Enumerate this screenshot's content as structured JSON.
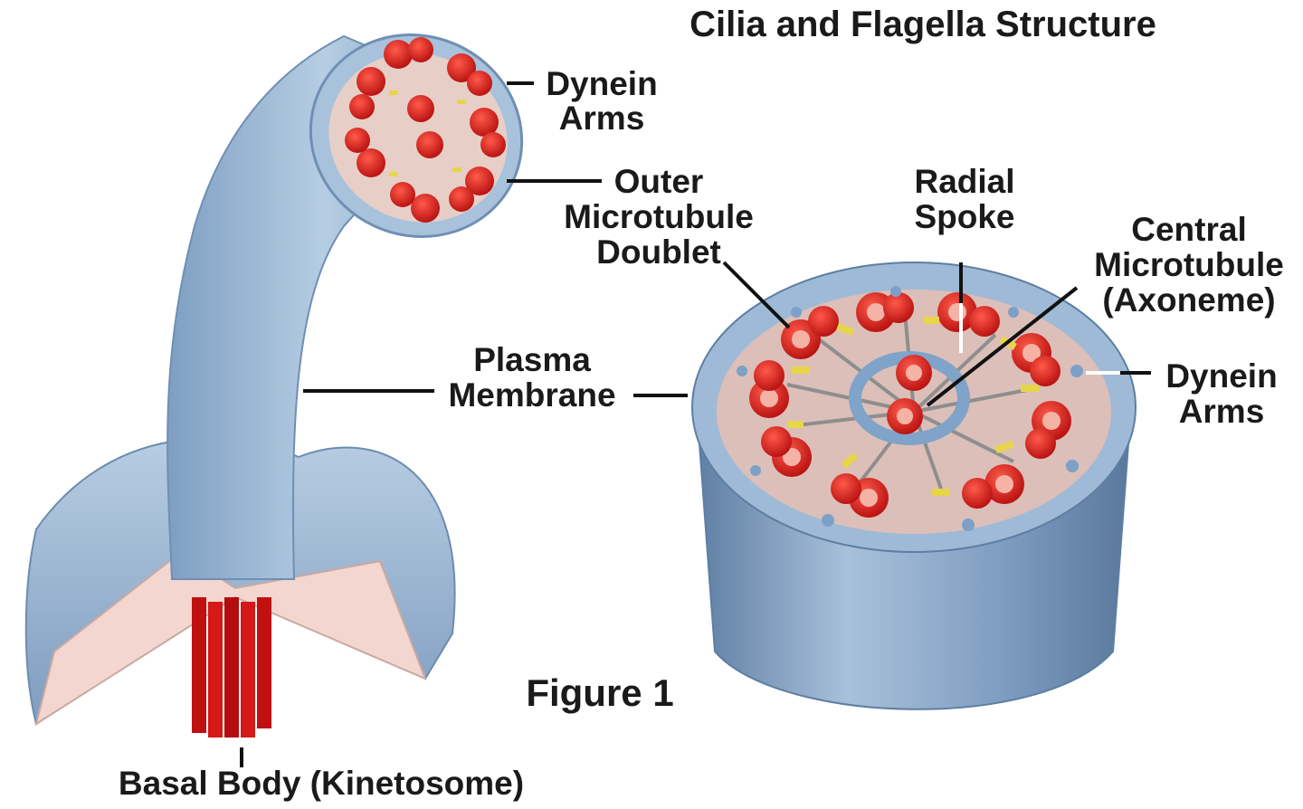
{
  "title": "Cilia and Flagella Structure",
  "figure_label": "Figure 1",
  "labels": {
    "dynein_arms_top": [
      "Dynein",
      "Arms"
    ],
    "outer_doublet": [
      "Outer",
      "Microtubule",
      "Doublet"
    ],
    "radial_spoke": [
      "Radial",
      "Spoke"
    ],
    "central_microtubule": [
      "Central",
      "Microtubule",
      "(Axoneme)"
    ],
    "dynein_arms_right": [
      "Dynein",
      "Arms"
    ],
    "plasma_membrane": [
      "Plasma",
      "Membrane"
    ],
    "basal_body": "Basal Body (Kinetosome)"
  },
  "colors": {
    "membrane": "#8fb0d0",
    "microtubule": "#d81c1c",
    "cytoplasm": "#e3c6bf",
    "nexin": "#e7d54a"
  }
}
